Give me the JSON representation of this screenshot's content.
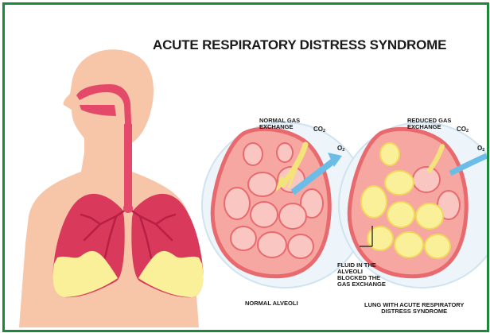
{
  "title": "ACUTE RESPIRATORY DISTRESS SYNDROME",
  "normal": {
    "label_top": [
      "NORMAL GAS",
      "EXCHANGE"
    ],
    "co2": {
      "base": "CO",
      "sub": "2"
    },
    "o2": {
      "base": "O",
      "sub": "2"
    },
    "caption": "NORMAL ALVEOLI"
  },
  "ards": {
    "label_top": [
      "REDUCED GAS",
      "EXCHANGE"
    ],
    "co2": {
      "base": "CO",
      "sub": "2"
    },
    "o2": {
      "base": "O",
      "sub": "2"
    },
    "fluid_label": [
      "FLUID IN THE",
      "ALVEOLI",
      "BLOCKED THE",
      "GAS EXCHANGE"
    ],
    "caption": [
      "LUNG WITH ACUTE RESPIRATORY",
      "DISTRESS SYNDROME"
    ]
  },
  "colors": {
    "border": "#1a8a3a",
    "skin": "#f7c6a8",
    "airway": "#e5496a",
    "lung": "#d93a5c",
    "fluid": "#fbf09a",
    "alveoli_fill": "#f6a7a2",
    "alveoli_edge": "#e86a6f",
    "co2_arrow": "#f4e27a",
    "o2_arrow": "#6bbde8"
  }
}
